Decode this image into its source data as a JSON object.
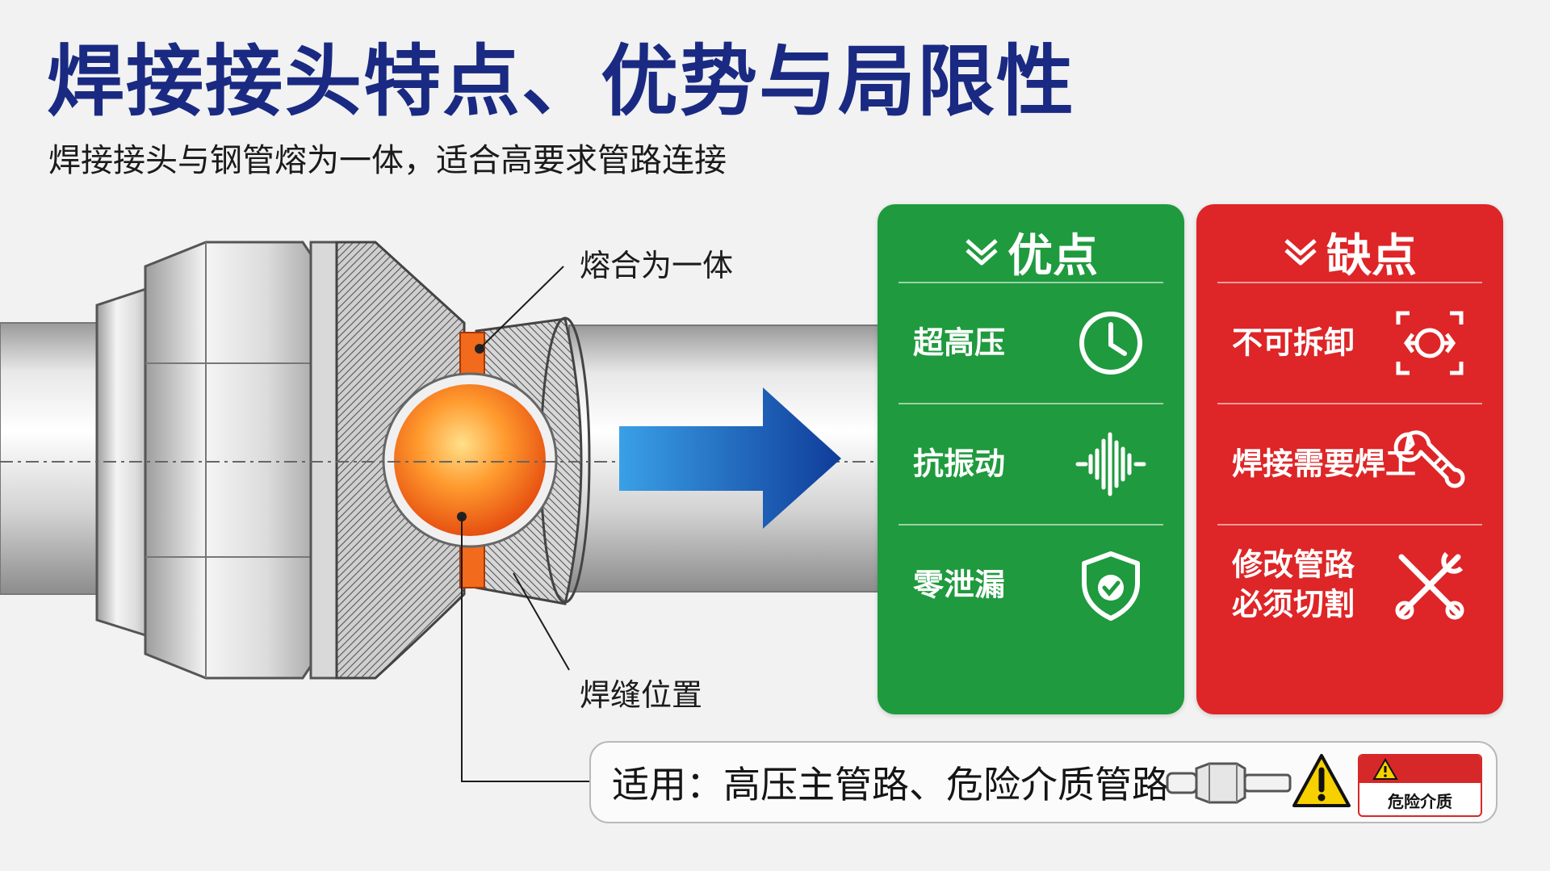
{
  "title": "焊接接头特点、优势与局限性",
  "subtitle": "焊接接头与钢管熔为一体，适合高要求管路连接",
  "callouts": {
    "fusion": "熔合为一体",
    "weld_seam": "焊缝位置"
  },
  "advantages": {
    "heading": "优点",
    "items": [
      {
        "label": "超高压",
        "icon": "clock-icon"
      },
      {
        "label": "抗振动",
        "icon": "sound-wave-icon"
      },
      {
        "label": "零泄漏",
        "icon": "shield-check-icon"
      }
    ]
  },
  "disadvantages": {
    "heading": "缺点",
    "items": [
      {
        "label": "不可拆卸",
        "icon": "locked-joint-icon"
      },
      {
        "label": "焊接需要焊工",
        "icon": "wrench-icon"
      },
      {
        "label": "修改管路\n必须切割",
        "icon": "crossed-tools-icon"
      }
    ]
  },
  "footer": {
    "text": "适用：高压主管路、危险介质管路",
    "badge": "危险介质"
  },
  "colors": {
    "title": "#1a2a82",
    "advantage": "#1f9a3e",
    "disadvantage": "#de2527",
    "weld": "#f26a1b",
    "arrow": "#1f5fbf"
  }
}
